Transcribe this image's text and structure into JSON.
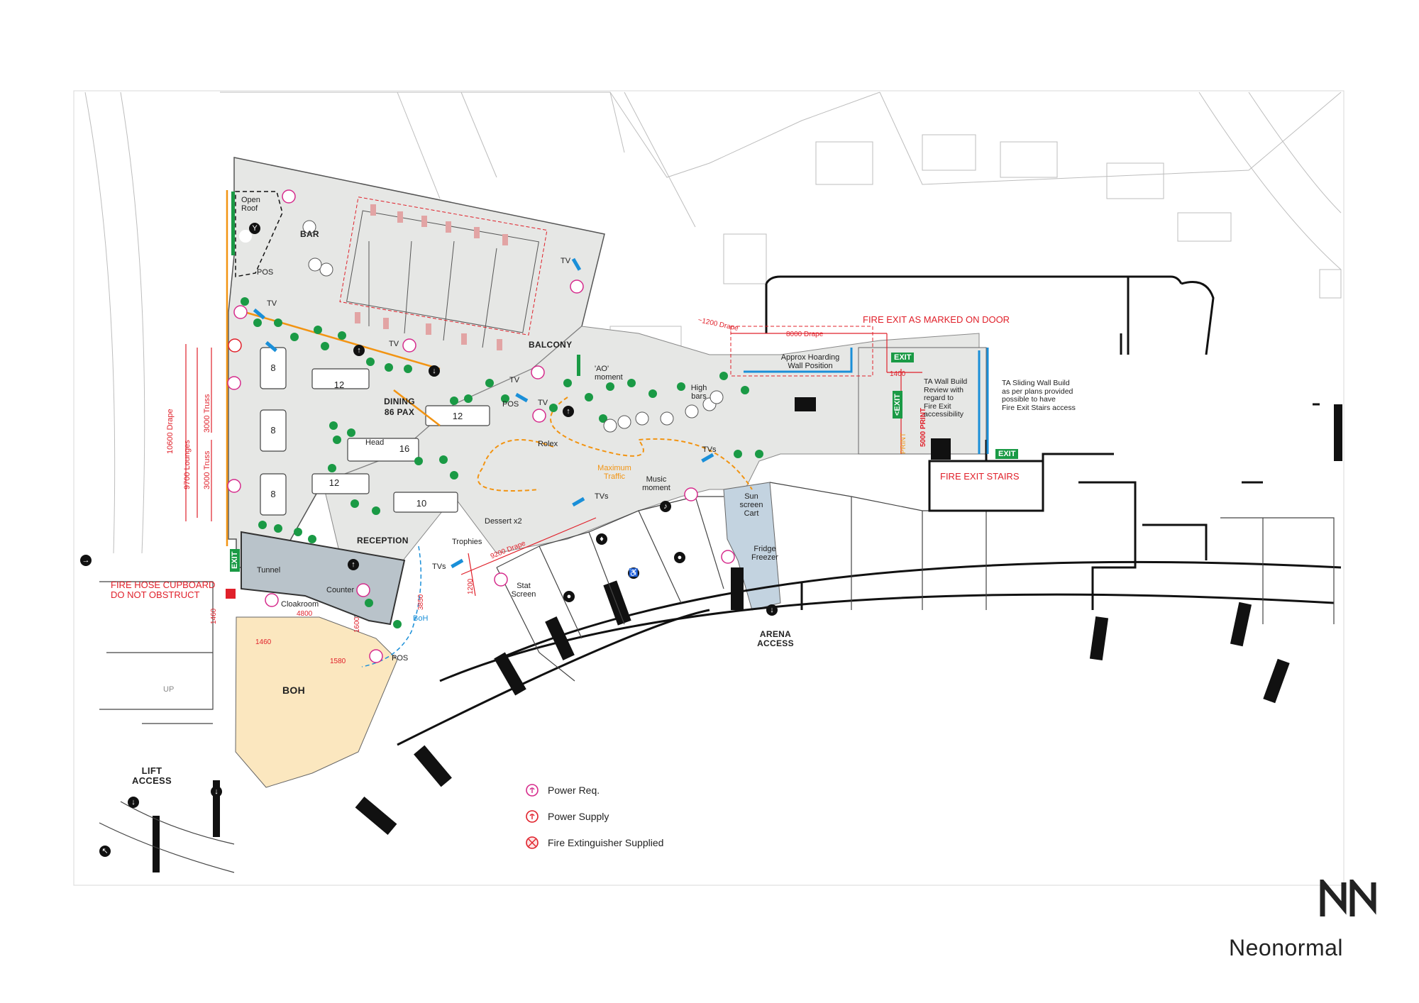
{
  "labels": {
    "open_roof": "Open\nRoof",
    "bar": "BAR",
    "pos": "POS",
    "tv": "TV",
    "tvs": "TVs",
    "balcony": "BALCONY",
    "ao_moment": "'AO'\nmoment",
    "dining": "DINING",
    "dining_pax": "86 PAX",
    "reception": "RECEPTION",
    "tunnel": "Tunnel",
    "counter": "Counter",
    "cloakroom": "Cloakroom",
    "boh": "BOH",
    "boh_small": "BoH",
    "lift_access": "LIFT\nACCESS",
    "arena_access": "ARENA\nACCESS",
    "high_bars": "High\nbars",
    "rolex": "Rolex",
    "trophies": "Trophies",
    "dessert": "Dessert x2",
    "stat_screen": "Stat\nScreen",
    "music_moment": "Music\nmoment",
    "sun_screen": "Sun\nscreen\nCart",
    "fridge_freezer": "Fridge\nFreezer",
    "max_traffic": "Maximum\nTraffic",
    "head": "Head",
    "up": "UP",
    "fire_exit_door": "FIRE EXIT AS MARKED ON DOOR",
    "fire_exit_stairs": "FIRE EXIT STAIRS",
    "fire_hose": "FIRE HOSE CUPBOARD",
    "do_not_obstruct": "DO NOT OBSTRUCT",
    "exit": "EXIT",
    "exit_arrow": "<EXIT",
    "print": "PRINT",
    "hoarding": "Approx Hoarding\nWall Position",
    "ta_wall": "TA Wall Build\nReview with\nregard to\nFire Exit\naccessibility",
    "ta_sliding": "TA Sliding Wall Build\nas per plans provided\npossible to have\nFire Exit Stairs access"
  },
  "tables": {
    "t8a": "8",
    "t8b": "8",
    "t8c": "8",
    "t12a": "12",
    "t12b": "12",
    "t12c": "12",
    "t16": "16",
    "t10": "10"
  },
  "dimensions": {
    "d10600": "10600 Drape",
    "d9700": "9700 Lounges",
    "d3000a": "3000 Truss",
    "d3000b": "3000 Truss",
    "d1200drape": "~1200 Drape",
    "d8000": "8000 Drape",
    "d1400": "1400",
    "d5000": "5000 PRINT",
    "d9200": "9200 Drape",
    "d1200": "1200",
    "d3850": "3850",
    "d1600": "1600",
    "d4800": "4800",
    "d1460a": "1460",
    "d1460b": "1460",
    "d1580": "1580"
  },
  "legend": [
    {
      "icon": "power-req-icon",
      "label": "Power Req."
    },
    {
      "icon": "power-supply-icon",
      "label": "Power Supply"
    },
    {
      "icon": "fire-extinguisher-icon",
      "label": "Fire Extinguisher Supplied"
    }
  ],
  "brand": {
    "name": "Neonormal"
  },
  "colors": {
    "floor": "#e6e7e5",
    "boh": "#fbe7bf",
    "tunnel": "#b9c3ca",
    "freezer": "#c3d3e0",
    "red": "#e0202a",
    "orange": "#f29412",
    "blue": "#1a8fd8",
    "green": "#1a9a45",
    "magenta": "#d62b8c"
  }
}
